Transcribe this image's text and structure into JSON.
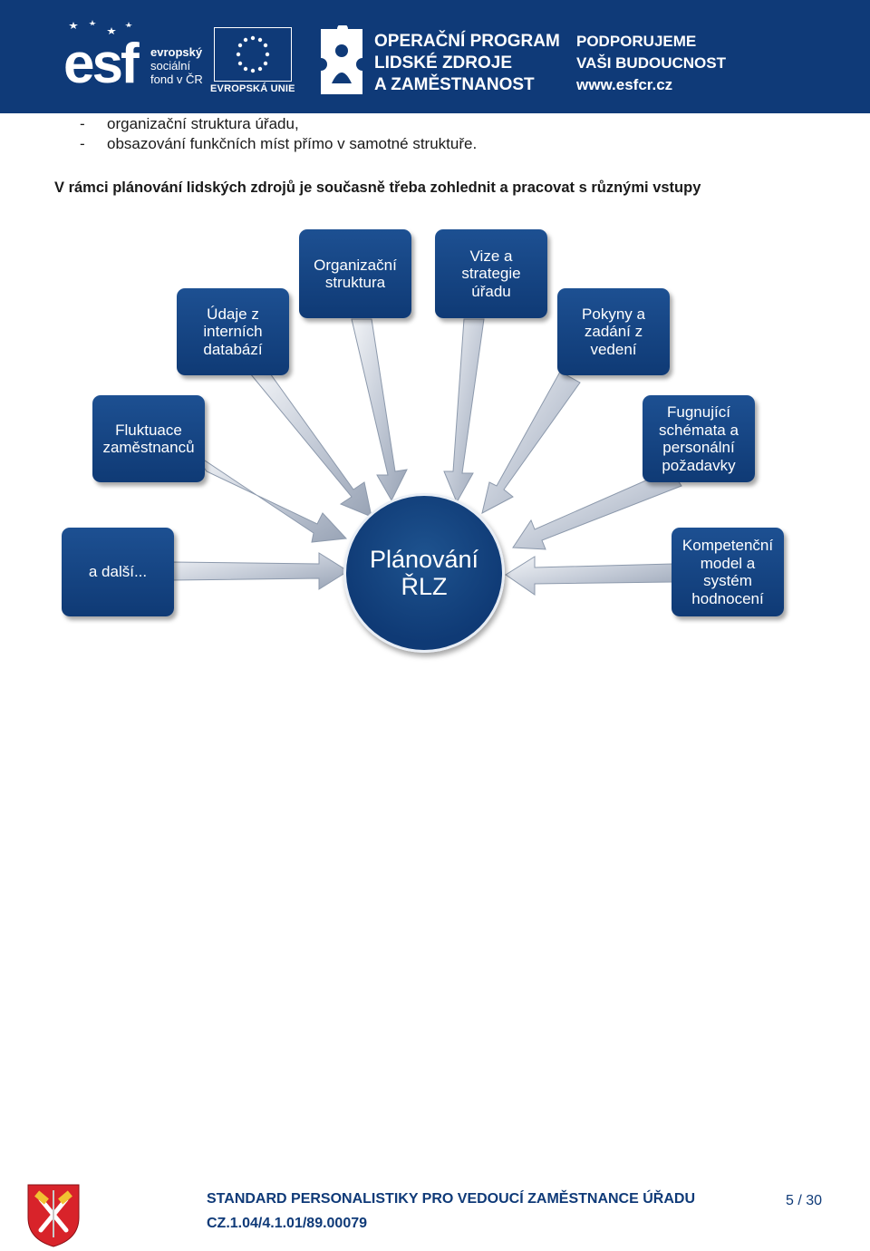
{
  "header": {
    "esf_logo": {
      "word": "esf",
      "lines": [
        "evropský",
        "sociální",
        "fond v ČR"
      ]
    },
    "eu_label": "EVROPSKÁ UNIE",
    "program_lines": [
      "OPERAČNÍ PROGRAM",
      "LIDSKÉ ZDROJE",
      "A ZAMĚSTNANOST"
    ],
    "support_lines": [
      "PODPORUJEME",
      "VAŠI BUDOUCNOST",
      "www.esfcr.cz"
    ]
  },
  "bullets": [
    "organizační struktura úřadu,",
    "obsazování funkčních míst přímo v samotné struktuře."
  ],
  "lead_text": "V rámci plánování lidských zdrojů je současně třeba zohlednit a pracovat s různými vstupy",
  "diagram": {
    "center": [
      "Plánování",
      "ŘLZ"
    ],
    "nodes": {
      "internal_data": [
        "Údaje z",
        "interních",
        "databází"
      ],
      "org_structure": [
        "Organizační",
        "struktura"
      ],
      "vision": [
        "Vize  a",
        "strategie",
        "úřadu"
      ],
      "instructions": [
        "Pokyny a",
        "zadání z",
        "vedení"
      ],
      "fluctuation": [
        "Fluktuace",
        "zaměstnanců"
      ],
      "schemes": [
        "Fugnující",
        "schémata a",
        "personální",
        "požadavky"
      ],
      "others": [
        "a další..."
      ],
      "competence": [
        "Kompetenční",
        "model a",
        "systém",
        "hodnocení"
      ]
    }
  },
  "footer": {
    "title": "STANDARD PERSONALISTIKY PRO VEDOUCÍ ZAMĚSTNANCE ÚŘADU",
    "code": "CZ.1.04/4.1.01/89.00079",
    "page": "5 / 30"
  },
  "colors": {
    "brand_blue": "#0f3a78",
    "box_blue": "#1d5092",
    "arrow_grey": "#b9c2d0"
  }
}
